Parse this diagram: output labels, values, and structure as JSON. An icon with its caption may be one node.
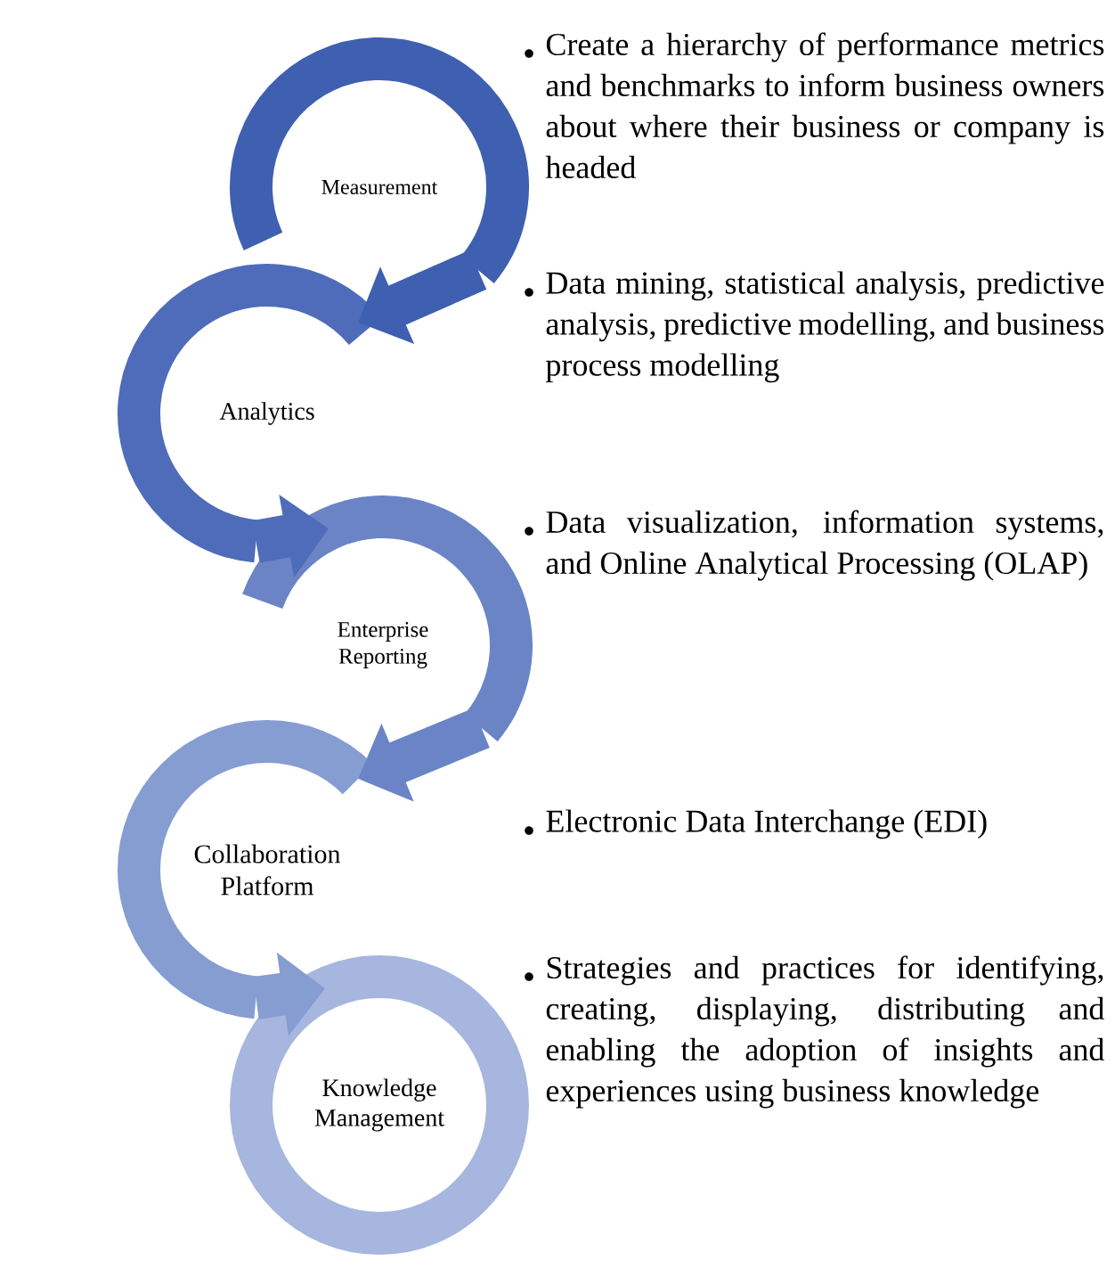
{
  "diagram": {
    "nodes": [
      {
        "text": [
          "Measurement"
        ]
      },
      {
        "text": [
          "Analytics"
        ]
      },
      {
        "text": [
          "Enterprise Reporting"
        ]
      },
      {
        "text": [
          "Collaboration Platform"
        ]
      },
      {
        "text": [
          "Knowledge Management"
        ]
      }
    ],
    "edges": [
      {
        "from": 0,
        "to": 1,
        "arrow": "to",
        "color": "#3f5fb0"
      },
      {
        "from": 1,
        "to": 2,
        "arrow": "to",
        "color": "#4e6cb9"
      },
      {
        "from": 2,
        "to": 3,
        "arrow": "to",
        "color": "#6a84c6"
      },
      {
        "from": 3,
        "to": 4,
        "arrow": "to",
        "color": "#869dd2"
      }
    ],
    "labels": [
      "Create a hierarchy of performance metrics and benchmarks to inform business owners about where their business or company is headed",
      "Data mining, statistical analysis, predictive analysis, predictive modelling, and business process modelling",
      "Data visualization, information systems, and Online Analytical Processing (OLAP)",
      "Electronic Data Interchange (EDI)",
      "Strategies and practices for identifying, creating, displaying, distributing and enabling the adoption of insights and experiences using business knowledge"
    ]
  }
}
